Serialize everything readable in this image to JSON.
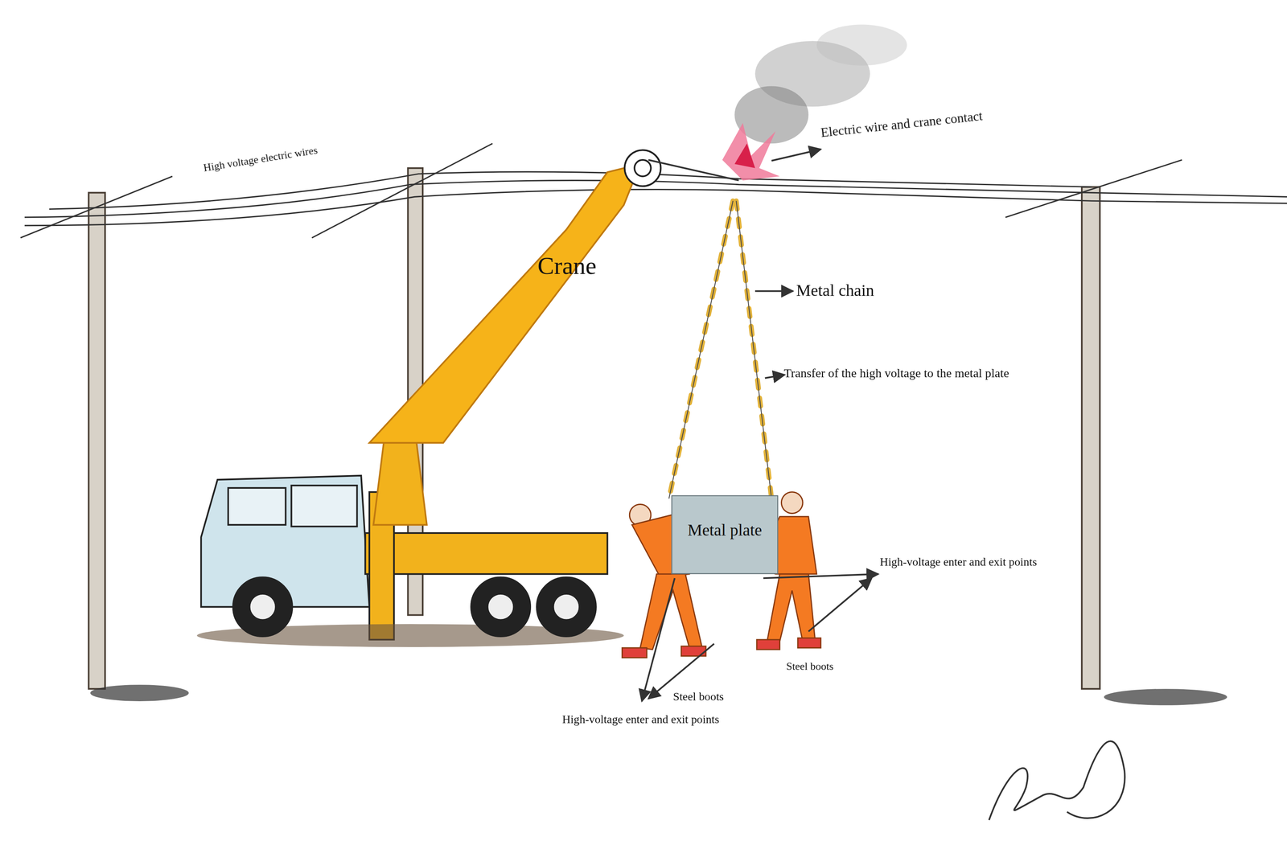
{
  "diagram": {
    "nodes": [
      {
        "text": [
          "Metal plate"
        ]
      }
    ],
    "labels": [
      "High voltage electric wires",
      "Electric wire and crane contact",
      "Crane",
      "Metal chain",
      "Transfer of the high voltage to the metal plate",
      "High-voltage enter and exit points",
      "Steel boots",
      "Steel boots",
      "High-voltage enter and exit points"
    ]
  }
}
